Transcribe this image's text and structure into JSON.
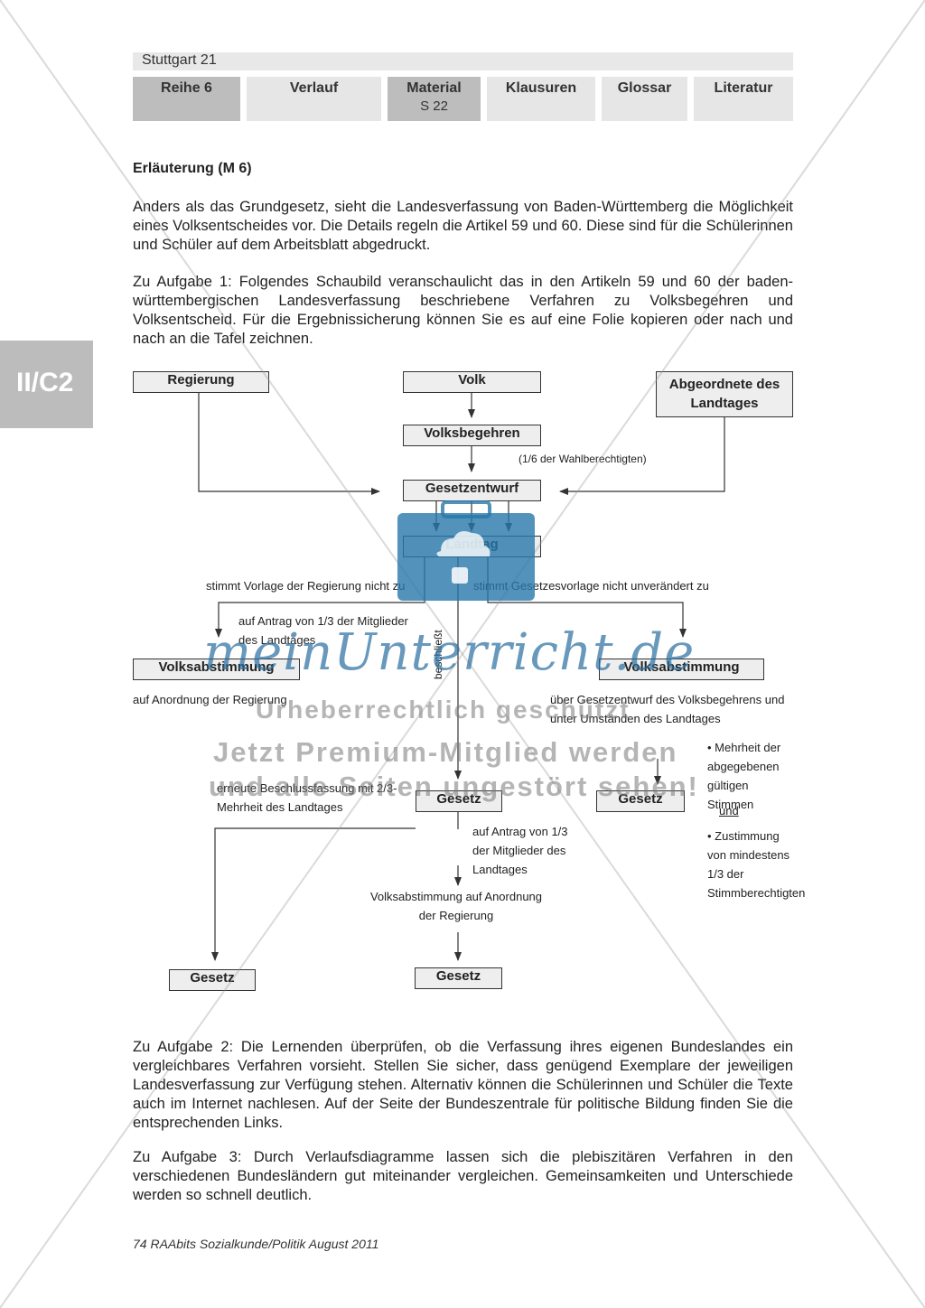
{
  "header": {
    "topic": "Stuttgart 21",
    "tabs": [
      {
        "label": "Reihe 6",
        "sub": ""
      },
      {
        "label": "Verlauf",
        "sub": ""
      },
      {
        "label": "Material",
        "sub": "S 22"
      },
      {
        "label": "Klausuren",
        "sub": ""
      },
      {
        "label": "Glossar",
        "sub": ""
      },
      {
        "label": "Literatur",
        "sub": ""
      }
    ]
  },
  "side_tab": "II/C2",
  "heading": "Erläuterung (M 6)",
  "paragraphs": [
    "Anders als das Grundgesetz, sieht die Landesverfassung von Baden-Württemberg die Möglichkeit eines Volksentscheides vor. Die Details regeln die Artikel 59 und 60. Diese sind für die Schülerinnen und Schüler auf dem Arbeitsblatt abgedruckt.",
    "Zu Aufgabe 1: Folgendes Schaubild veranschaulicht das in den Artikeln 59 und 60 der baden-württembergischen Landesverfassung beschriebene Verfahren zu Volksbegehren und Volksentscheid. Für die Ergebnissicherung können Sie es auf eine Folie kopieren oder nach und nach an die Tafel zeichnen.",
    "Zu Aufgabe 2: Die Lernenden überprüfen, ob die Verfassung ihres eigenen Bundeslandes ein vergleichbares Verfahren vorsieht. Stellen Sie sicher, dass genügend Exemplare der jeweiligen Landesverfassung zur Verfügung stehen. Alternativ können die Schülerinnen und Schüler die Texte auch im Internet nachlesen. Auf der Seite der Bundeszentrale für politische Bildung finden Sie die entsprechenden Links.",
    "Zu Aufgabe 3: Durch Verlaufsdiagramme lassen sich die plebiszitären Verfahren in den verschiedenen Bundesländern gut miteinander vergleichen. Gemeinsamkeiten und Unterschiede werden so schnell deutlich."
  ],
  "diagram": {
    "regierung": "Regierung",
    "volk": "Volk",
    "abgeordnete": "Abgeordnete des Landtages",
    "volksbegehren": "Volksbegehren",
    "wahlberechtigte": "(1/6 der Wahlberechtigten)",
    "gesetzentwurf": "Gesetzentwurf",
    "landtag": "Landtag",
    "stimmt_regierung": "stimmt Vorlage der Regierung nicht zu",
    "stimmt_gesetzesvorlage": "stimmt Gesetzesvorlage nicht unverändert zu",
    "antrag_drittel": "auf Antrag von 1/3 der Mitglieder des Landtages",
    "volksabstimmung_left": "Volksabstimmung",
    "volksabstimmung_right": "Volksabstimmung",
    "anordnung_regierung": "auf Anordnung der Regierung",
    "beschliesst": "beschließt",
    "ueber_gesetzentwurf": "über Gesetzentwurf des Volksbegehrens und unter Umständen des Landtages",
    "erneute_beschluss": "erneute Beschlussfassung mit 2/3-Mehrheit des Landtages",
    "gesetz_center": "Gesetz",
    "gesetz_right": "Gesetz",
    "antrag_drittel_2": "auf Antrag von 1/3 der Mitglieder des Landtages",
    "volksabstimmung_bottom": "Volksabstimmung auf Anordnung der Regierung",
    "gesetz_bottom_left": "Gesetz",
    "gesetz_bottom_center": "Gesetz",
    "bullet1": "Mehrheit der abgegebenen gültigen Stimmen",
    "und": "und",
    "bullet2": "Zustimmung von mindestens 1/3 der Stimmberechtigten"
  },
  "watermark": {
    "brand": "meinUnterricht.de",
    "line1": "Urheberrechtlich geschützt",
    "line2": "Jetzt Premium-Mitglied werden",
    "line3": "und alle Seiten ungestört sehen!"
  },
  "footer": "74 RAAbits Sozialkunde/Politik August 2011"
}
